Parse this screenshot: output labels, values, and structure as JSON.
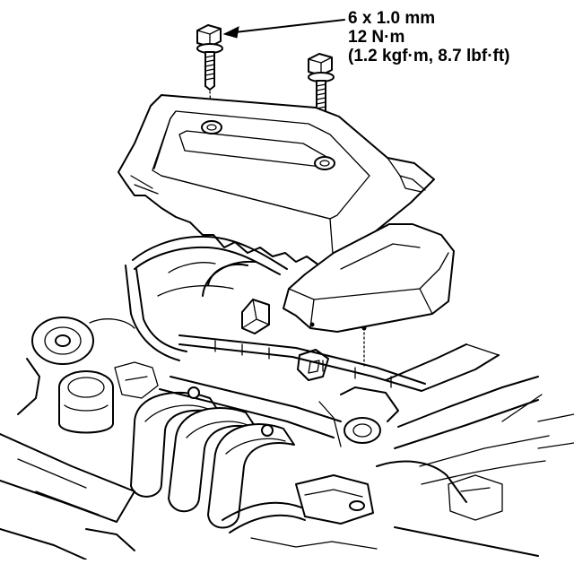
{
  "torque_spec": {
    "bolt_size": "6 x 1.0 mm",
    "torque_nm": "12 N·m",
    "torque_alt": "(1.2 kgf·m, 8.7 lbf·ft)"
  }
}
